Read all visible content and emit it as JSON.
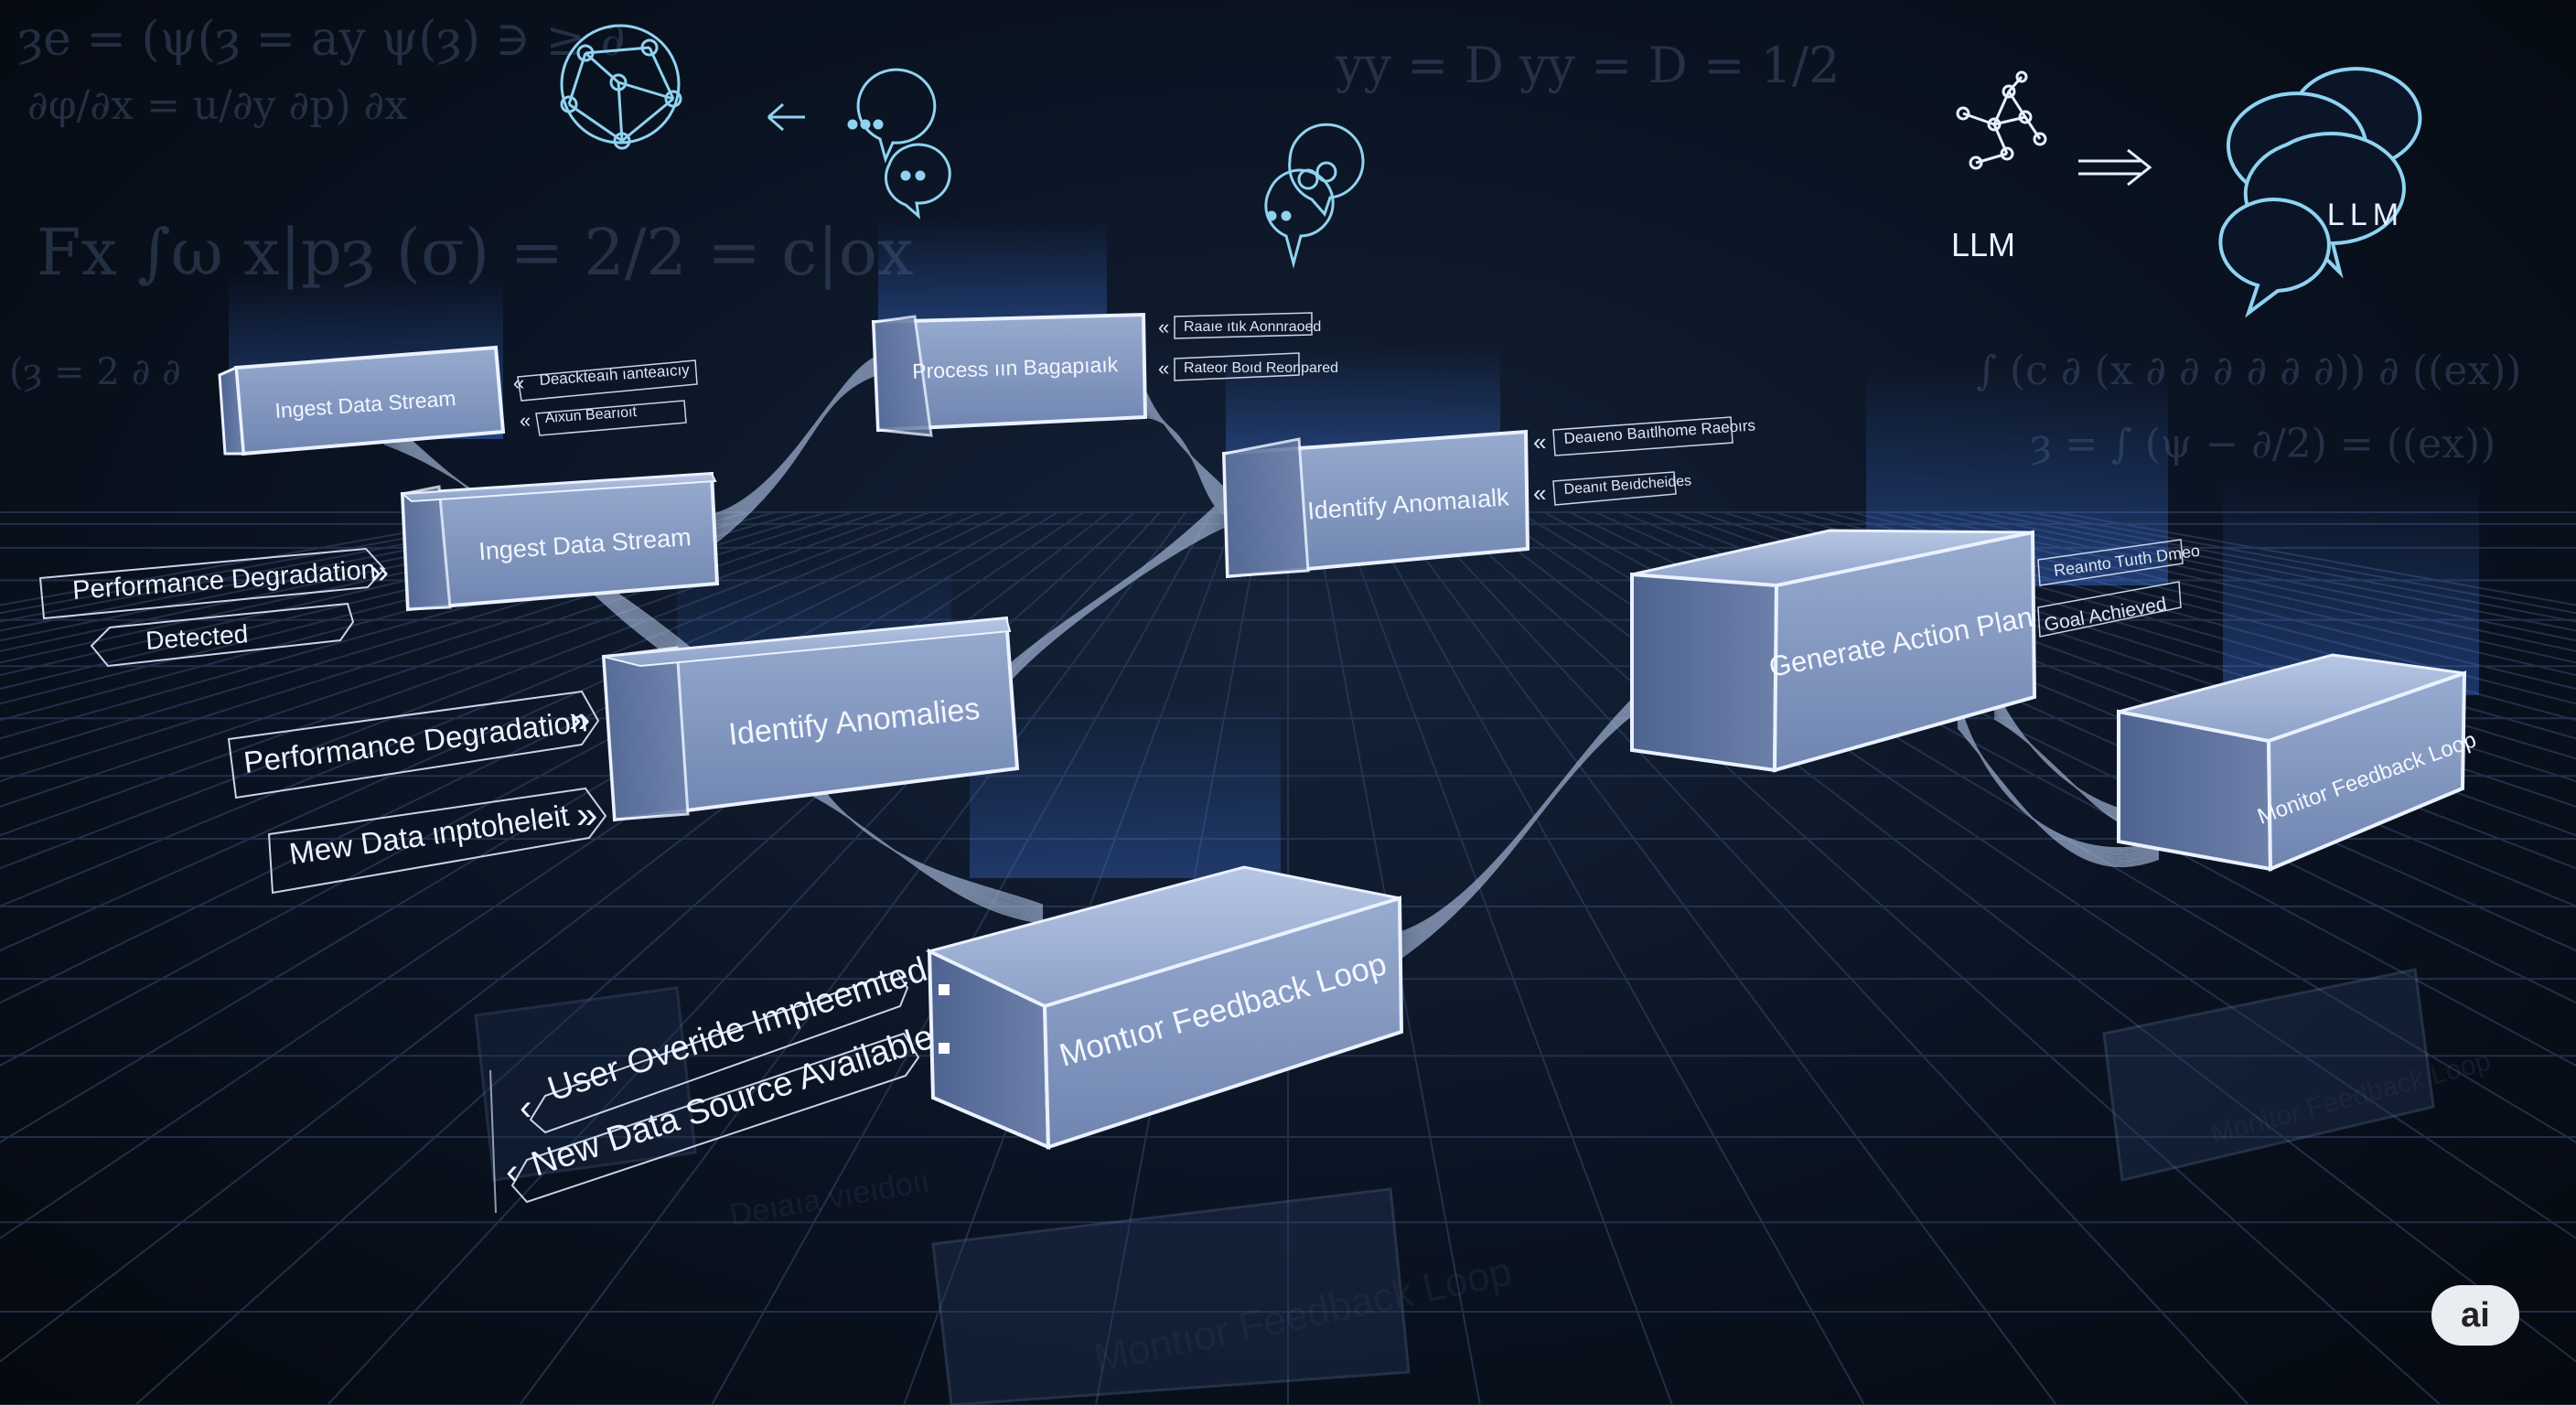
{
  "boxes": {
    "ingest_top": "Ingest Data Stream",
    "process": "Process ıın Bagapıaık",
    "ingest_mid": "Ingest Data Stream",
    "identify_right": "Identify Anomaıalk",
    "identify_main": "Identify Anomalies",
    "generate": "Generate Action Plan",
    "monitor_right": "Monitor Feedback Loop",
    "monitor_main": "Montıor Feedback Loop"
  },
  "tags": {
    "perf_left_1": "Performance Degradation",
    "perf_left_2": "Detected",
    "perf_mid": "Performance Degradation",
    "new_data_mid": "Mew Data ιnptoheleit",
    "user_override": "User Overide Impleemted",
    "new_source": "New Data Source Available",
    "goal": "Goal Achieved",
    "small_ingest_1": "Deackteaıh ıanteaıcıy",
    "small_ingest_2": "Aixun Bearıoıt",
    "small_process_1": "Raaıe ıtık Aonnraoed",
    "small_process_2": "Rateor Boıd Reonpared",
    "small_identify_1": "Deaıeno Baıtlhome Raeoırs",
    "small_identify_2": "Deanıt Beıdcheides",
    "small_generate_1": "Reaınto Tuıth Dmeo"
  },
  "llm": {
    "label": "LLM",
    "bubble_label": "LLM"
  },
  "math": {
    "line1": "ȝe = (ψ(ȝ = ay ψ(ȝ) ∋ ≥ ∂",
    "line2": "∂φ/∂x = u/∂y ∂p) ∂x",
    "line3": "Fx  ∫ω x|pȝ (σ) = 2/2 = c|ox",
    "line4": "(ȝ = 2 ∂ ∂",
    "line5": "yy = D  yy = D = 1/2",
    "line6": "∫ (c ∂ (x ∂ ∂ ∂ ∂ ∂ ∂)) ∂ ((ex))",
    "line7": "ȝ = ∫ (ψ − ∂/2) = ((ex))"
  },
  "reflections": {
    "r1": "Montıor Feedback Loop",
    "r2": "Monitor Feedback Loop",
    "r3": "Deıaıa vıeıdoıı"
  },
  "badge": {
    "label": "ai"
  },
  "colors": {
    "background": "#0a1322",
    "box_face": "#7e93b9",
    "box_edge": "#eaf1ff",
    "glow": "#3a6ccf",
    "icon_line": "#8fd3f0"
  }
}
